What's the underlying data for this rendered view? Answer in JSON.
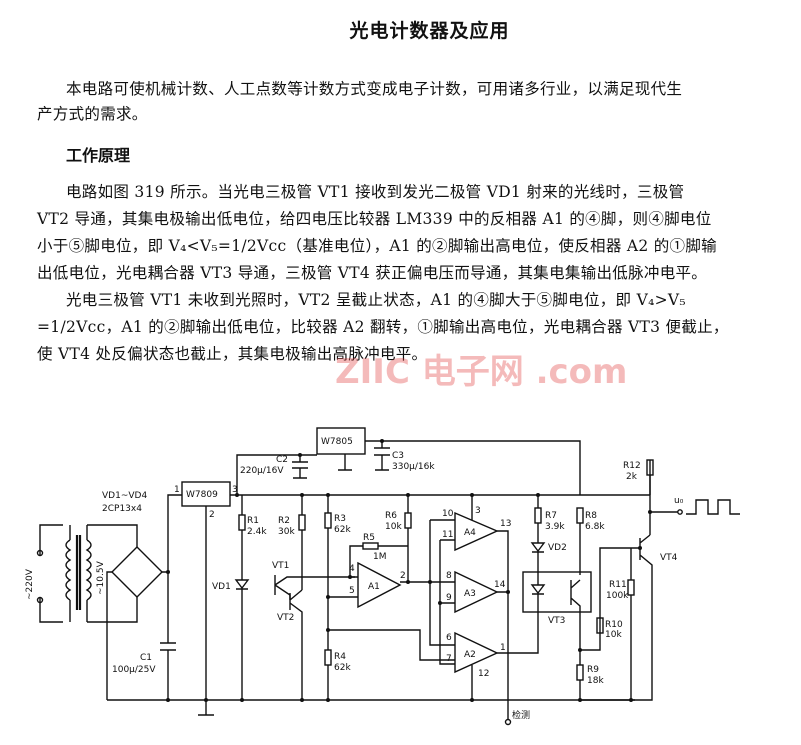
{
  "title": "光电计数器及应用",
  "intro": [
    "本电路可使机械计数、人工点数等计数方式变成电子计数，可用诸多行业，以满足现代生",
    "产方式的需求。"
  ],
  "section_heading": "工作原理",
  "para1": [
    "电路如图 319 所示。当光电三极管 VT1 接收到发光二极管 VD1 射来的光线时，三极管",
    "VT2 导通，其集电极输出低电位，给四电压比较器 LM339 中的反相器 A1 的④脚，则④脚电位",
    "小于⑤脚电位，即 V₄<V₅=1/2Vcc（基准电位），A1 的②脚输出高电位，使反相器 A2 的①脚输",
    "出低电位，光电耦合器 VT3 导通，三极管 VT4 获正偏电压而导通，其集电集输出低脉冲电平。"
  ],
  "para2": [
    "光电三极管 VT1 未收到光照时，VT2 呈截止状态，A1 的④脚大于⑤脚电位，即 V₄>V₅",
    "=1/2Vcc，A1 的②脚输出低电位，比较器 A2 翻转，①脚输出高电位，光电耦合器 VT3 便截止，",
    "使 VT4 处反偏状态也截止，其集电极输出高脉冲电平。"
  ],
  "watermark": "ZIIC 电子网 .com",
  "circuit": {
    "ac_in": "~220V",
    "ac_out": "~10.5V",
    "bridge": "VD1~VD4",
    "bridge_part": "2CP13x4",
    "reg1": "W7809",
    "reg2": "W7805",
    "c1": "C1",
    "c1_val": "100μ/25V",
    "c2": "C2",
    "c2_val": "220μ/16V",
    "c3": "C3",
    "c3_val": "330μ/16k",
    "r1": "R1",
    "r1_val": "2.4k",
    "r2": "R2",
    "r2_val": "30k",
    "r3": "R3",
    "r3_val": "62k",
    "r4": "R4",
    "r4_val": "62k",
    "r5": "R5",
    "r5_val": "1M",
    "r6": "R6",
    "r6_val": "10k",
    "r7": "R7",
    "r7_val": "3.9k",
    "r8": "R8",
    "r8_val": "6.8k",
    "r9": "R9",
    "r9_val": "18k",
    "r10": "R10",
    "r10_val": "10k",
    "r11": "R11",
    "r11_val": "100k",
    "r12": "R12",
    "r12_val": "2k",
    "vd1": "VD1",
    "vd2": "VD2",
    "vt1": "VT1",
    "vt2": "VT2",
    "vt3": "VT3",
    "vt4": "VT4",
    "a1": "A1",
    "a2": "A2",
    "a3": "A3",
    "a4": "A4",
    "out": "u₀",
    "test": "检测",
    "pins": {
      "p1": "1",
      "p2": "2",
      "p3": "3",
      "p4": "4",
      "p5": "5",
      "p6": "6",
      "p7": "7",
      "p8": "8",
      "p9": "9",
      "p10": "10",
      "p11": "11",
      "p12": "12",
      "p13": "13",
      "p14": "14"
    }
  }
}
